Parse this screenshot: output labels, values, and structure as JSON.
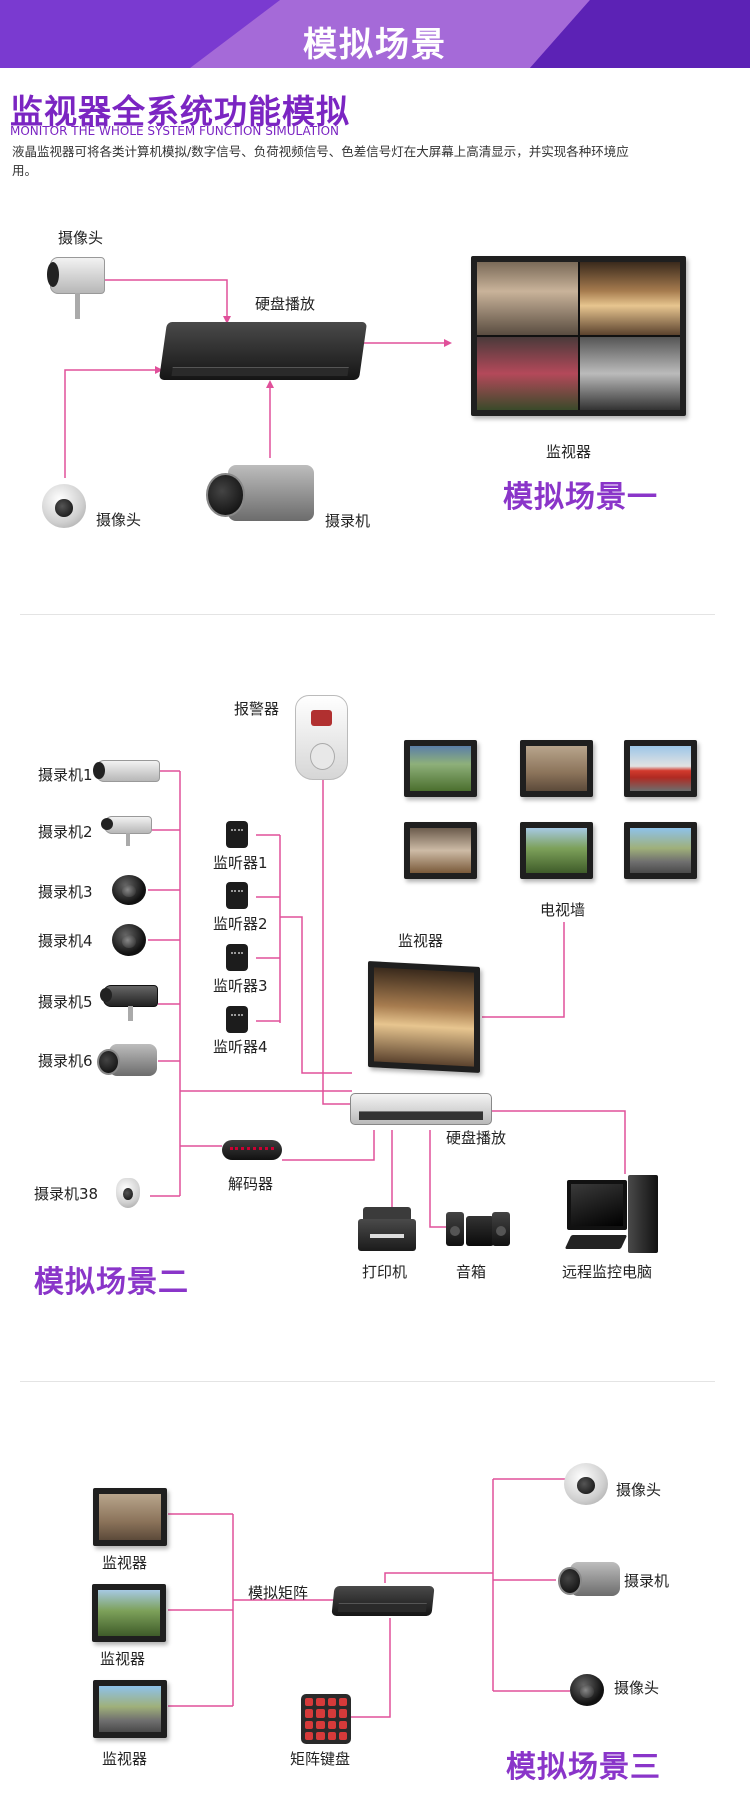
{
  "banner": {
    "title": "模拟场景"
  },
  "header": {
    "title": "监视器全系统功能模拟",
    "subtitle": "MONITOR THE WHOLE SYSTEM FUNCTION SIMULATION",
    "description": "液晶监视器可将各类计算机模拟/数字信号、负荷视频信号、色差信号灯在大屏幕上高清显示，并实现各种环境应用。"
  },
  "scene1": {
    "name": "模拟场景一",
    "labels": {
      "camera_top": "摄像头",
      "dvr": "硬盘播放",
      "camera_dome": "摄像头",
      "camcorder": "摄录机",
      "monitor": "监视器"
    }
  },
  "scene2": {
    "name": "模拟场景二",
    "alarm": "报警器",
    "recorders": [
      "摄录机1",
      "摄录机2",
      "摄录机3",
      "摄录机4",
      "摄录机5",
      "摄录机6",
      "摄录机38"
    ],
    "listeners": [
      "监听器1",
      "监听器2",
      "监听器3",
      "监听器4"
    ],
    "monitor": "监视器",
    "tv_wall": "电视墙",
    "dvr": "硬盘播放",
    "decoder": "解码器",
    "printer": "打印机",
    "speaker": "音箱",
    "remote_pc": "远程监控电脑"
  },
  "scene3": {
    "name": "模拟场景三",
    "monitors": [
      "监视器",
      "监视器",
      "监视器"
    ],
    "matrix": "模拟矩阵",
    "keyboard": "矩阵键盘",
    "devices": [
      "摄像头",
      "摄录机",
      "摄像头"
    ]
  },
  "colors": {
    "accent": "#8a35c9",
    "banner_dark": "#6a2bc4",
    "banner_light": "#a56ad8",
    "wire": "#e0509a"
  }
}
